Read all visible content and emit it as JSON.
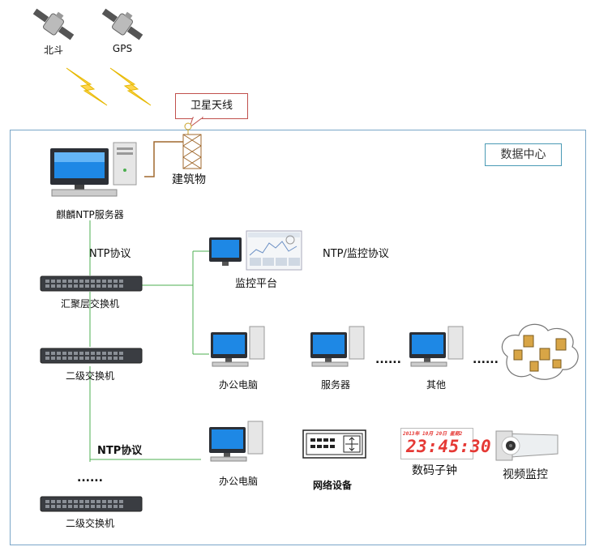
{
  "satellites": {
    "beidou": "北斗",
    "gps": "GPS"
  },
  "antenna_callout": "卫星天线",
  "building_label": "建筑物",
  "data_center_label": "数据中心",
  "ntp_server_label": "麒麟NTP服务器",
  "ntp_protocol_1": "NTP协议",
  "ntp_monitor_protocol": "NTP/监控协议",
  "monitor_platform": "监控平台",
  "aggregation_switch": "汇聚层交换机",
  "secondary_switch_1": "二级交换机",
  "secondary_switch_2": "二级交换机",
  "office_pc_1": "办公电脑",
  "server": "服务器",
  "other": "其他",
  "dots_1": "......",
  "dots_2": "......",
  "dots_3": "......",
  "ntp_protocol_2": "NTP协议",
  "office_pc_2": "办公电脑",
  "network_device": "网络设备",
  "digital_clock": "数码子钟",
  "video_monitor": "视频监控",
  "clock_display": {
    "date": "2013年 10月 20日 星期2",
    "time": "23:45:30"
  },
  "colors": {
    "link_green": "#4caf50",
    "box_border": "#7aa6c8",
    "callout_red": "#c0504d",
    "clock_red": "#e53935"
  }
}
